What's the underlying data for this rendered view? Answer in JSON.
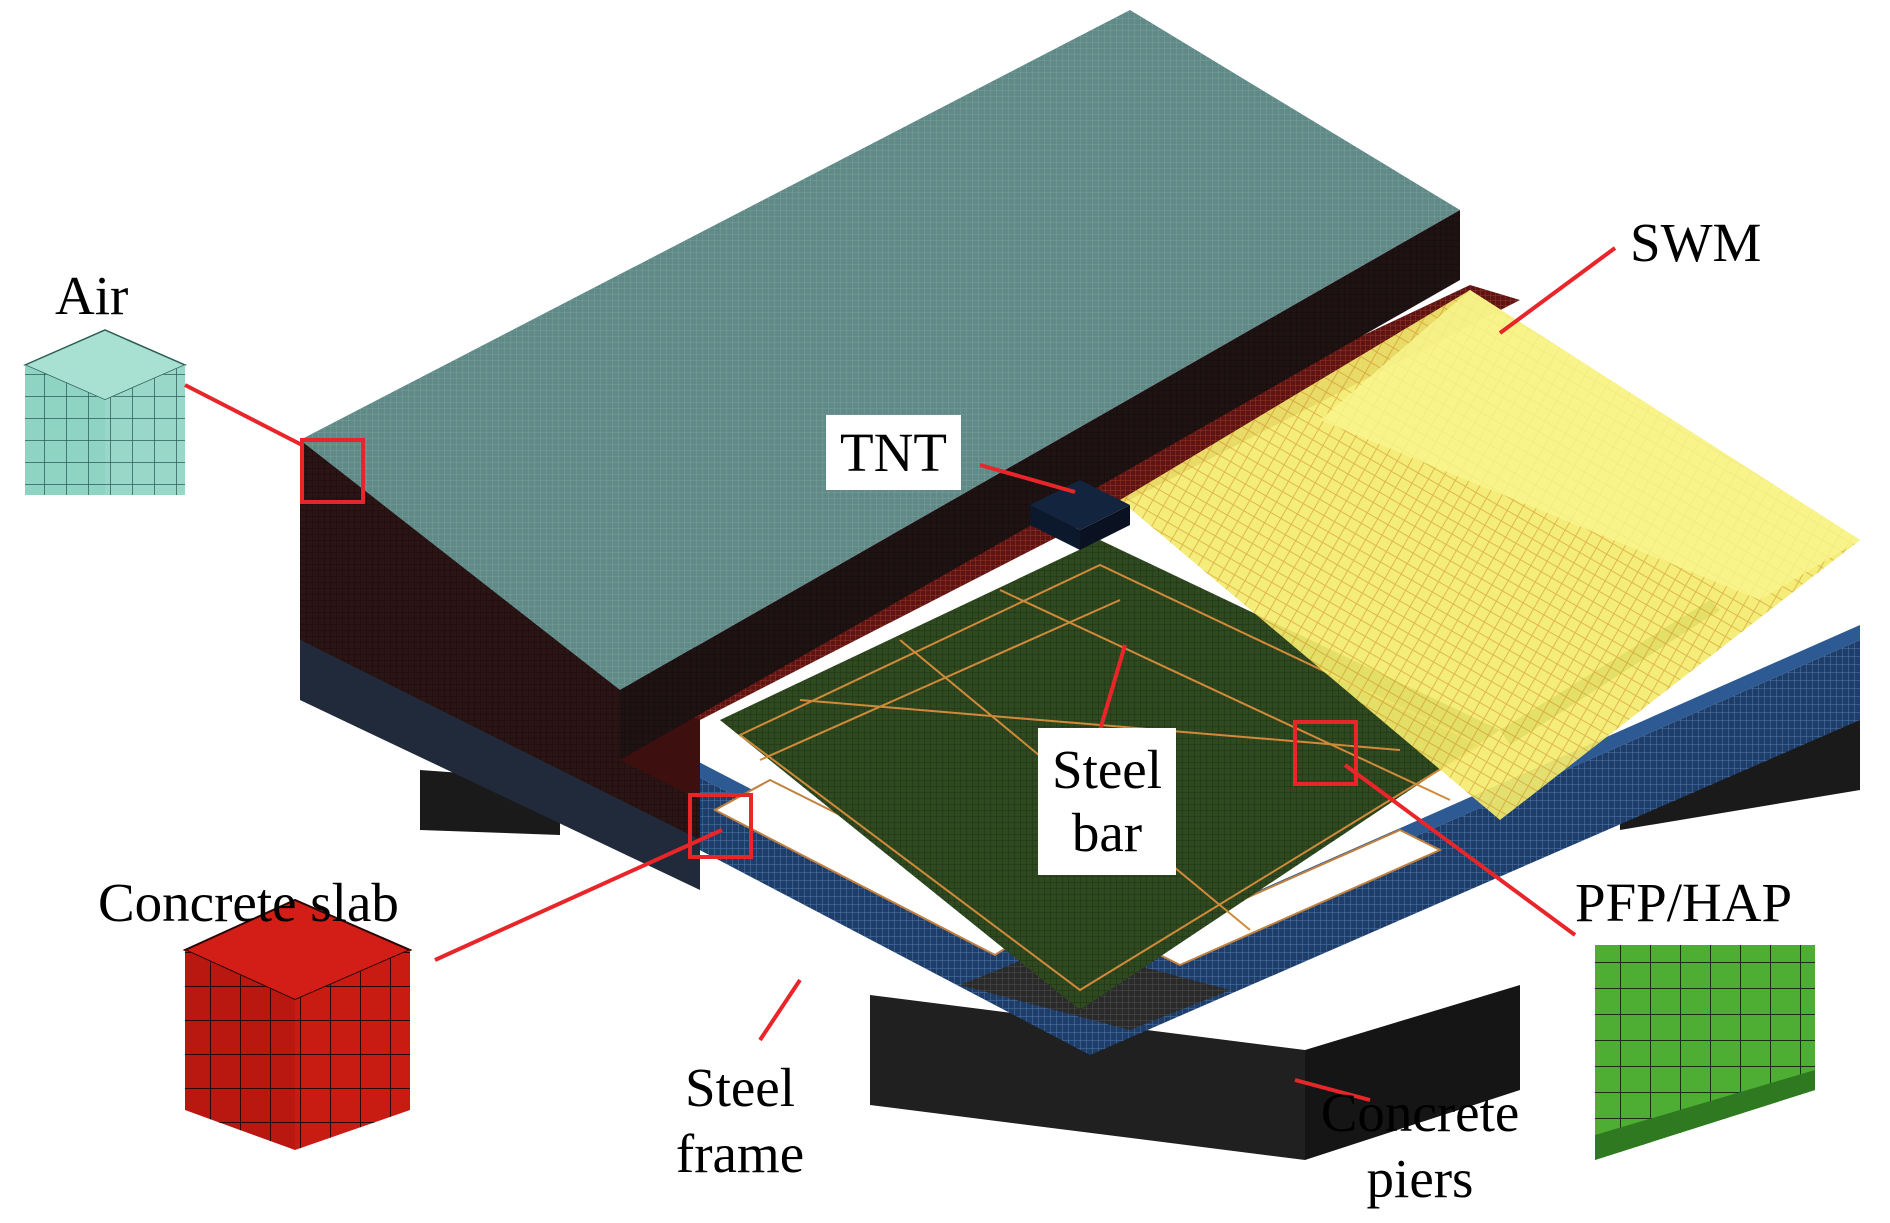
{
  "labels": {
    "air": "Air",
    "swm": "SWM",
    "tnt": "TNT",
    "steel_bar_line1": "Steel",
    "steel_bar_line2": "bar",
    "concrete_slab": "Concrete slab",
    "pfp_hap": "PFP/HAP",
    "steel_frame_line1": "Steel",
    "steel_frame_line2": "frame",
    "concrete_piers_line1": "Concrete",
    "concrete_piers_line2": "piers"
  },
  "colors": {
    "air": "#8ecfc0",
    "air_top": "#5f8a86",
    "slab": "#c41a12",
    "slab_dark": "#4a1515",
    "pfp": "#4caa32",
    "pfp_dark": "#27401a",
    "swm": "#f5ee70",
    "frame": "#1f3f6b",
    "pier": "#262626",
    "leader": "#e8262a"
  }
}
